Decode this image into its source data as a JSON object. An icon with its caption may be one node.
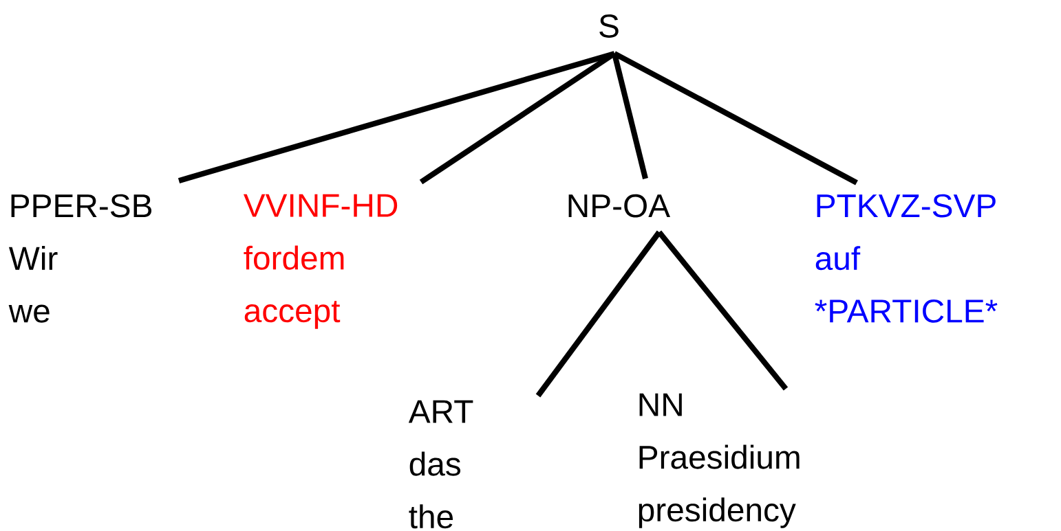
{
  "diagram": {
    "nodes": [
      {
        "text": [
          "S"
        ]
      },
      {
        "text": [
          "PPER-SB",
          "Wir",
          "we"
        ]
      },
      {
        "text": [
          "VVINF-HD",
          "fordem",
          "accept"
        ]
      },
      {
        "text": [
          "NP-OA"
        ]
      },
      {
        "text": [
          "PTKVZ-SVP",
          "auf",
          "*PARTICLE*"
        ]
      },
      {
        "text": [
          "ART",
          "das",
          "the"
        ]
      },
      {
        "text": [
          "NN",
          "Praesidium",
          "presidency"
        ]
      }
    ],
    "edges": [
      {
        "from": 0,
        "to": 1,
        "arrow": "none"
      },
      {
        "from": 0,
        "to": 2,
        "arrow": "none"
      },
      {
        "from": 0,
        "to": 3,
        "arrow": "none"
      },
      {
        "from": 0,
        "to": 4,
        "arrow": "none"
      },
      {
        "from": 3,
        "to": 5,
        "arrow": "none"
      },
      {
        "from": 3,
        "to": 6,
        "arrow": "none"
      }
    ]
  }
}
